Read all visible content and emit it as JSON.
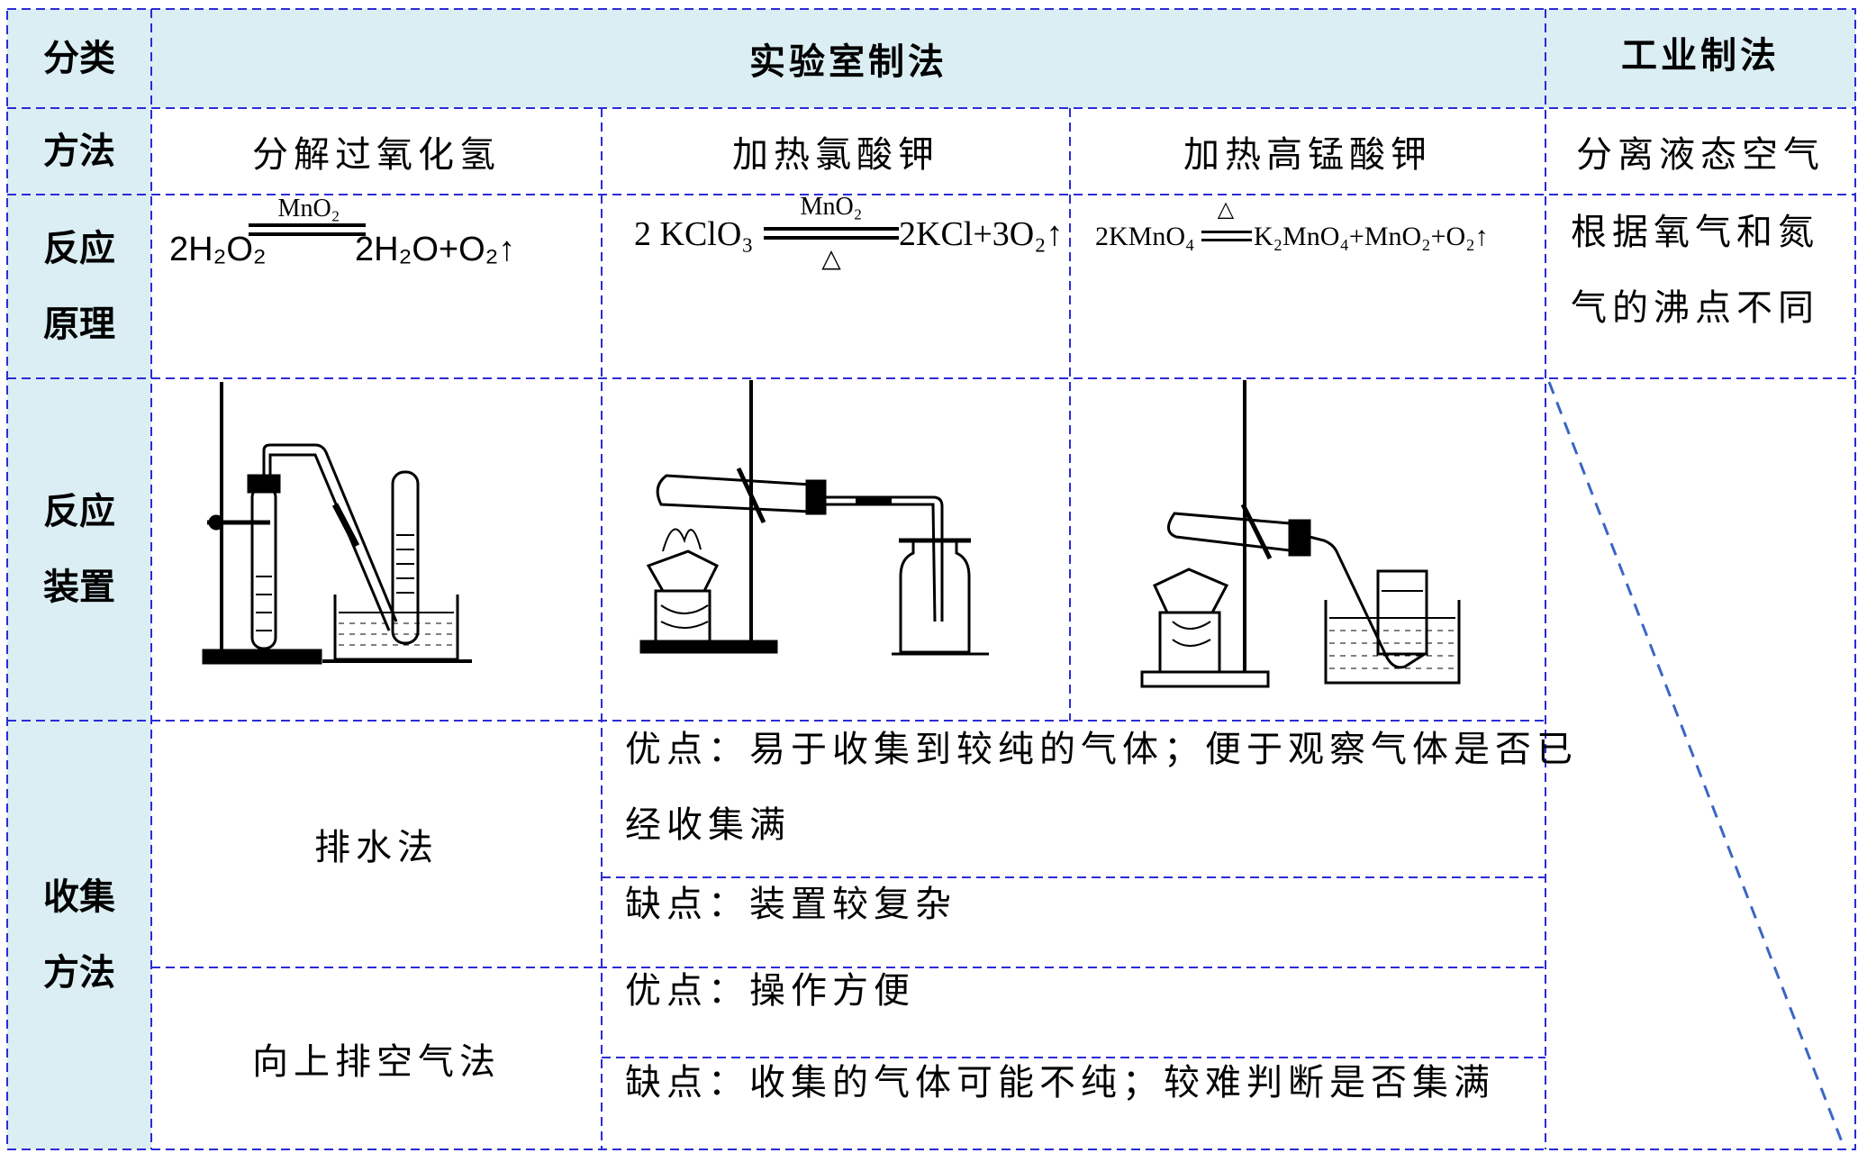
{
  "header": {
    "category_label": "分类",
    "lab_method_label": "实验室制法",
    "industrial_method_label": "工业制法"
  },
  "rows": {
    "method": {
      "label": "方法",
      "methods": [
        "分解过氧化氢",
        "加热氯酸钾",
        "加热高锰酸钾",
        "分离液态空气"
      ]
    },
    "principle": {
      "label_line1": "反应",
      "label_line2": "原理",
      "eq1": {
        "left": "2H₂O₂",
        "catalyst": "MnO₂",
        "right": "2H₂O+O₂↑"
      },
      "eq2": {
        "left": "2 KClO₃",
        "catalyst": "MnO₂",
        "condition": "△",
        "right": "2KCl+3O₂↑"
      },
      "eq3": {
        "left": "2KMnO₄",
        "condition": "△",
        "right": "K₂MnO₄+MnO₂+O₂↑"
      },
      "industrial_line1": "根据氧气和氮",
      "industrial_line2": "气的沸点不同"
    },
    "apparatus": {
      "label_line1": "反应",
      "label_line2": "装置"
    },
    "collection": {
      "label_line1": "收集",
      "label_line2": "方法",
      "water": {
        "name": "排水法",
        "pros_line1": "优点：易于收集到较纯的气体；便于观察气体是否已",
        "pros_line2": "经收集满",
        "cons": "缺点：装置较复杂"
      },
      "air": {
        "name": "向上排空气法",
        "pros": "优点：操作方便",
        "cons": "缺点：收集的气体可能不纯；较难判断是否集满"
      }
    }
  }
}
